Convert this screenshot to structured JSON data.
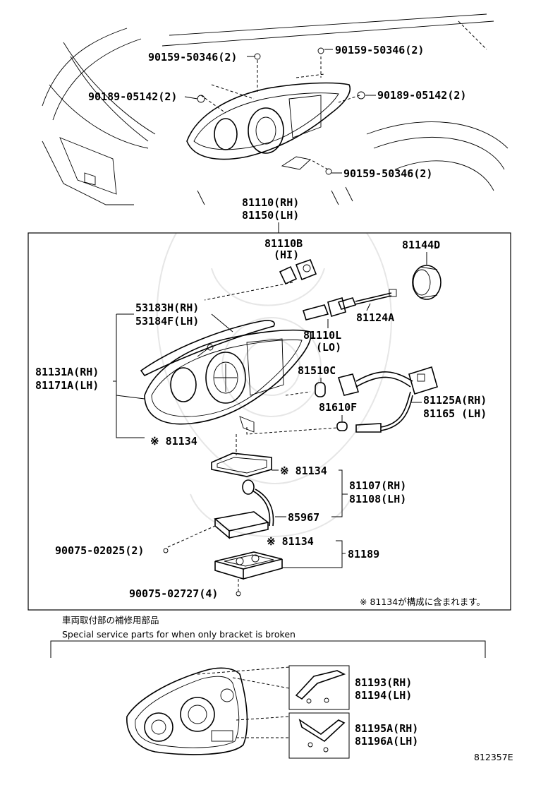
{
  "top_labels": {
    "bolt_tl": "90159-50346(2)",
    "bolt_tr": "90159-50346(2)",
    "clip_l": "90189-05142(2)",
    "clip_r": "90189-05142(2)",
    "bolt_br": "90159-50346(2)"
  },
  "assembly": {
    "line1": "81110(RH)",
    "line2": "81150(LH)"
  },
  "parts": {
    "bulb_hi_num": "81110B",
    "bulb_hi_tag": "(HI)",
    "cap": "81144D",
    "wire_socket": "81124A",
    "bulb_lo_num": "81110L",
    "bulb_lo_tag": "(LO)",
    "cover_rh": "53183H(RH)",
    "cover_lh": "53184F(LH)",
    "unit_rh": "81131A(RH)",
    "unit_lh": "81171A(LH)",
    "ref_a": "※ 81134",
    "bulb_510": "81510C",
    "bulb_610": "81610F",
    "harness_rh": "81125A(RH)",
    "harness_lh": "81165  (LH)",
    "ref_b": "※ 81134",
    "ballast_rh": "81107(RH)",
    "ballast_lh": "81108(LH)",
    "cord": "85967",
    "screw_2": "90075-02025(2)",
    "ref_c": "※ 81134",
    "computer": "81189",
    "screw_4": "90075-02727(4)",
    "footnote": "※ 81134が構成に含まれます。"
  },
  "service": {
    "title_jp": "車両取付部の補修用部品",
    "title_en": "Special service parts for when only bracket is broken",
    "bracket1_rh": "81193(RH)",
    "bracket1_lh": "81194(LH)",
    "bracket2_rh": "81195A(RH)",
    "bracket2_lh": "81196A(LH)"
  },
  "figure_id": "812357E"
}
